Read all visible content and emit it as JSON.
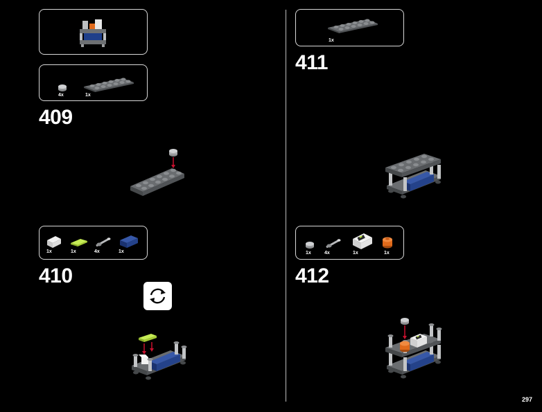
{
  "page_number": "297",
  "steps": [
    {
      "number": "409",
      "parts": [
        {
          "qty": "4x",
          "icon": "round-plate-1x1-light-gray-icon"
        },
        {
          "qty": "1x",
          "icon": "plate-2x6-dark-gray-icon"
        }
      ]
    },
    {
      "number": "410",
      "parts": [
        {
          "qty": "1x",
          "icon": "slope-brick-white-icon"
        },
        {
          "qty": "1x",
          "icon": "tile-lime-green-icon"
        },
        {
          "qty": "4x",
          "icon": "bar-light-gray-icon"
        },
        {
          "qty": "1x",
          "icon": "slope-brick-dark-blue-icon"
        }
      ]
    },
    {
      "number": "411",
      "parts": [
        {
          "qty": "1x",
          "icon": "plate-2x6-dark-gray-icon"
        }
      ]
    },
    {
      "number": "412",
      "parts": [
        {
          "qty": "1x",
          "icon": "round-plate-1x1-light-gray-icon"
        },
        {
          "qty": "4x",
          "icon": "bar-light-gray-icon"
        },
        {
          "qty": "1x",
          "icon": "printed-slope-white-icon"
        },
        {
          "qty": "1x",
          "icon": "round-brick-orange-icon"
        }
      ]
    }
  ],
  "colors": {
    "background": "#000000",
    "frame": "#d9d9d9",
    "dark_gray": "#5b5e60",
    "light_gray": "#a7a9ab",
    "blue": "#1f3f8a",
    "lime": "#b5e03a",
    "orange": "#e06a1b",
    "arrow_red": "#c8102e"
  }
}
